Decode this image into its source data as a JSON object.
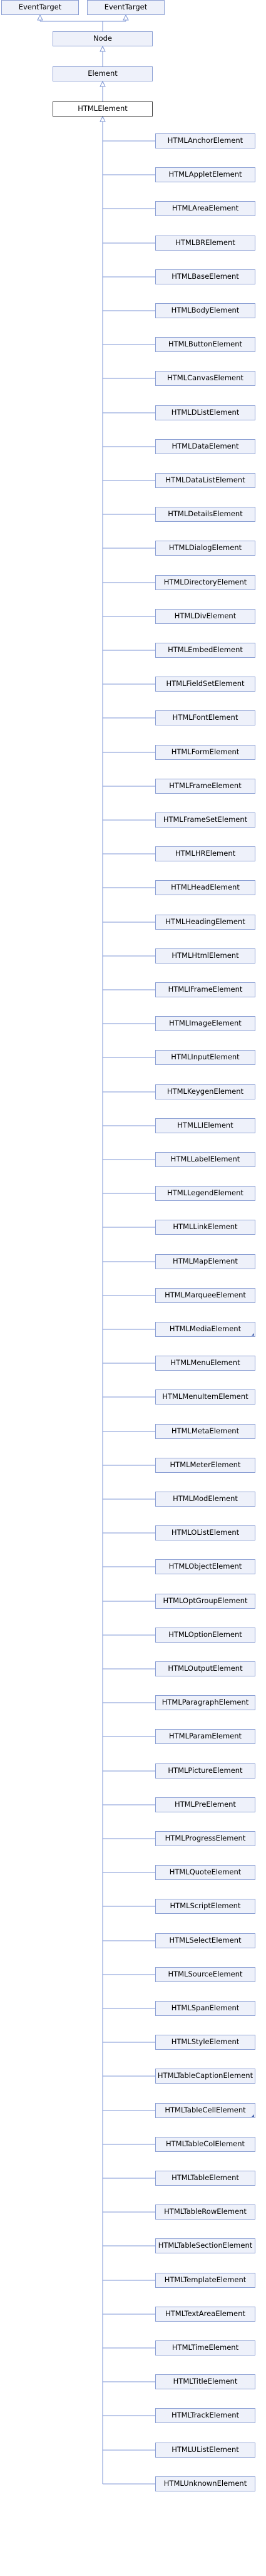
{
  "colors": {
    "node_fill": "#eef1fa",
    "node_border": "#8b9fd4",
    "current_fill": "#ffffff",
    "current_border": "#404040",
    "edge": "#7c96d4"
  },
  "ancestors": {
    "event_target_left": "EventTarget",
    "event_target_right": "EventTarget",
    "node": "Node",
    "element": "Element"
  },
  "current": "HTMLElement",
  "children": [
    {
      "label": "HTMLAnchorElement"
    },
    {
      "label": "HTMLAppletElement"
    },
    {
      "label": "HTMLAreaElement"
    },
    {
      "label": "HTMLBRElement"
    },
    {
      "label": "HTMLBaseElement"
    },
    {
      "label": "HTMLBodyElement"
    },
    {
      "label": "HTMLButtonElement"
    },
    {
      "label": "HTMLCanvasElement"
    },
    {
      "label": "HTMLDListElement"
    },
    {
      "label": "HTMLDataElement"
    },
    {
      "label": "HTMLDataListElement"
    },
    {
      "label": "HTMLDetailsElement"
    },
    {
      "label": "HTMLDialogElement"
    },
    {
      "label": "HTMLDirectoryElement"
    },
    {
      "label": "HTMLDivElement"
    },
    {
      "label": "HTMLEmbedElement"
    },
    {
      "label": "HTMLFieldSetElement"
    },
    {
      "label": "HTMLFontElement"
    },
    {
      "label": "HTMLFormElement"
    },
    {
      "label": "HTMLFrameElement"
    },
    {
      "label": "HTMLFrameSetElement"
    },
    {
      "label": "HTMLHRElement"
    },
    {
      "label": "HTMLHeadElement"
    },
    {
      "label": "HTMLHeadingElement"
    },
    {
      "label": "HTMLHtmlElement"
    },
    {
      "label": "HTMLIFrameElement"
    },
    {
      "label": "HTMLImageElement"
    },
    {
      "label": "HTMLInputElement"
    },
    {
      "label": "HTMLKeygenElement"
    },
    {
      "label": "HTMLLIElement"
    },
    {
      "label": "HTMLLabelElement"
    },
    {
      "label": "HTMLLegendElement"
    },
    {
      "label": "HTMLLinkElement"
    },
    {
      "label": "HTMLMapElement"
    },
    {
      "label": "HTMLMarqueeElement"
    },
    {
      "label": "HTMLMediaElement",
      "truncated": true
    },
    {
      "label": "HTMLMenuElement"
    },
    {
      "label": "HTMLMenuItemElement"
    },
    {
      "label": "HTMLMetaElement"
    },
    {
      "label": "HTMLMeterElement"
    },
    {
      "label": "HTMLModElement"
    },
    {
      "label": "HTMLOListElement"
    },
    {
      "label": "HTMLObjectElement"
    },
    {
      "label": "HTMLOptGroupElement"
    },
    {
      "label": "HTMLOptionElement"
    },
    {
      "label": "HTMLOutputElement"
    },
    {
      "label": "HTMLParagraphElement"
    },
    {
      "label": "HTMLParamElement"
    },
    {
      "label": "HTMLPictureElement"
    },
    {
      "label": "HTMLPreElement"
    },
    {
      "label": "HTMLProgressElement"
    },
    {
      "label": "HTMLQuoteElement"
    },
    {
      "label": "HTMLScriptElement"
    },
    {
      "label": "HTMLSelectElement"
    },
    {
      "label": "HTMLSourceElement"
    },
    {
      "label": "HTMLSpanElement"
    },
    {
      "label": "HTMLStyleElement"
    },
    {
      "label": "HTMLTableCaptionElement"
    },
    {
      "label": "HTMLTableCellElement",
      "truncated": true
    },
    {
      "label": "HTMLTableColElement"
    },
    {
      "label": "HTMLTableElement"
    },
    {
      "label": "HTMLTableRowElement"
    },
    {
      "label": "HTMLTableSectionElement"
    },
    {
      "label": "HTMLTemplateElement"
    },
    {
      "label": "HTMLTextAreaElement"
    },
    {
      "label": "HTMLTimeElement"
    },
    {
      "label": "HTMLTitleElement"
    },
    {
      "label": "HTMLTrackElement"
    },
    {
      "label": "HTMLUListElement"
    },
    {
      "label": "HTMLUnknownElement"
    }
  ]
}
